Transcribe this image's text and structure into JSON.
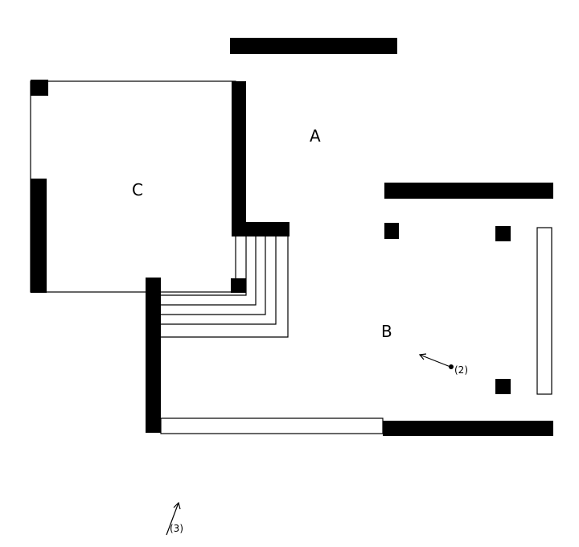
{
  "rooms": {
    "a": "A",
    "b": "B",
    "c": "C"
  },
  "markers": {
    "viewpoint_2": "(2)",
    "viewpoint_3": "(3)"
  },
  "colors": {
    "ink": "#000000",
    "paper": "#ffffff"
  }
}
